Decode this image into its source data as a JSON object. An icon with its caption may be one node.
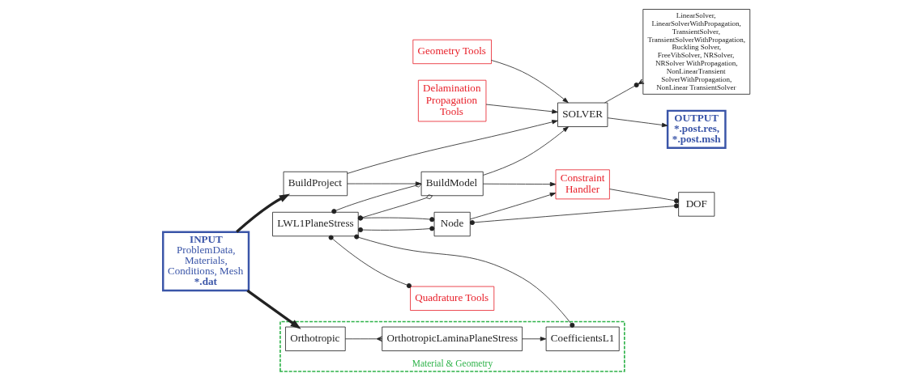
{
  "diagram": {
    "nodes": [
      {
        "text": [
          "INPUT",
          "ProblemData, Materials, Conditions, Mesh",
          "*.dat"
        ]
      },
      {
        "text": [
          "BuildProject"
        ]
      },
      {
        "text": [
          "BuildModel"
        ]
      },
      {
        "text": [
          "LWL1PlaneStress"
        ]
      },
      {
        "text": [
          "Geometry Tools"
        ]
      },
      {
        "text": [
          "Delamination Propagation Tools"
        ]
      },
      {
        "text": [
          "SOLVER"
        ]
      },
      {
        "text": [
          "OUTPUT",
          "*.post.res, *.post.msh"
        ]
      },
      {
        "text": [
          "Material & Geometry"
        ]
      },
      {
        "text": [
          "Orthotropic"
        ],
        "in": 8
      },
      {
        "text": [
          "CoefficientsL1"
        ],
        "in": 8
      },
      {
        "text": [
          "OrthotropicLaminaPlaneStress"
        ],
        "in": 8
      },
      {
        "text": [
          "Node"
        ]
      },
      {
        "text": [
          "Constraint Handler"
        ]
      },
      {
        "text": [
          "DOF"
        ]
      },
      {
        "text": [
          "Quadrature Tools"
        ]
      },
      {
        "text": [
          "LinearSolver, LinearSolverWithPropagation, TransientSolver, TransientSolverWithPropagation, Buckling Solver, FreeVibSolver, NRSolver, NRSolver WithPropagation, NonLinearTransient SolverWithPropagation, NonLinear TransientSolver"
        ]
      }
    ],
    "edges": [
      {
        "from": 0,
        "to": 1,
        "arrow": "to",
        "style": "thick"
      },
      {
        "from": 1,
        "to": 2,
        "arrow": "to"
      },
      {
        "from": 1,
        "to": 6,
        "arrow": "to"
      },
      {
        "from": 2,
        "to": 6,
        "arrow": "to"
      },
      {
        "from": 4,
        "to": 6,
        "arrow": "to"
      },
      {
        "from": 5,
        "to": 6,
        "arrow": "to"
      },
      {
        "from": 6,
        "to": 7,
        "arrow": "to"
      },
      {
        "from": 2,
        "to": 13,
        "arrow": "to"
      },
      {
        "from": 3,
        "to": 2,
        "arrow": "other"
      },
      {
        "from": 3,
        "to": 2,
        "arrow": "other"
      },
      {
        "from": 0,
        "to": 9,
        "arrow": "to",
        "style": "thick"
      },
      {
        "from": 3,
        "to": 10,
        "arrow": "other"
      },
      {
        "from": 11,
        "to": 10,
        "arrow": "to"
      },
      {
        "from": 9,
        "to": 11,
        "arrow": "other"
      },
      {
        "from": 3,
        "to": 12,
        "arrow": "other"
      },
      {
        "from": 3,
        "to": 12,
        "arrow": "other"
      },
      {
        "from": 12,
        "to": 13,
        "arrow": "to"
      },
      {
        "from": 12,
        "to": 14,
        "arrow": "other"
      },
      {
        "from": 13,
        "to": 14,
        "arrow": "other"
      },
      {
        "from": 3,
        "to": 15,
        "arrow": "other"
      },
      {
        "from": 6,
        "to": 16,
        "arrow": "other"
      }
    ]
  }
}
